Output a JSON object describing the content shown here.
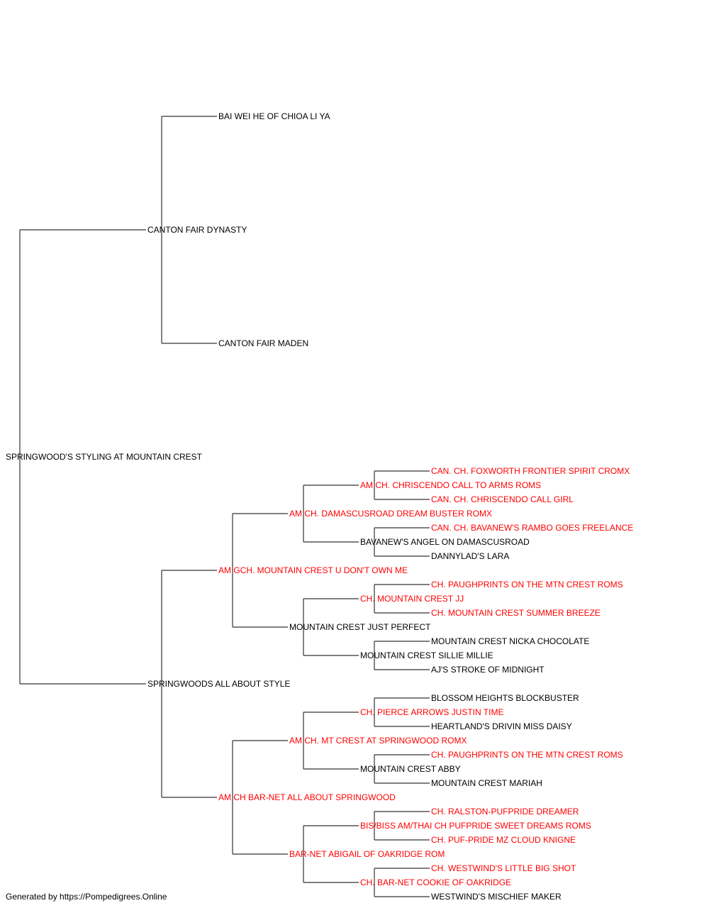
{
  "colors": {
    "titled": "#ff0000",
    "plain": "#000000",
    "connector": "#333333"
  },
  "pedigree": {
    "subject": "SPRINGWOOD'S STYLING AT MOUNTAIN CREST",
    "sire": {
      "name": "CANTON FAIR DYNASTY",
      "sire": {
        "name": "BAI WEI HE OF CHIOA LI YA"
      },
      "dam": {
        "name": "CANTON FAIR MADEN"
      }
    },
    "dam": {
      "name": "SPRINGWOODS ALL ABOUT STYLE",
      "sire": {
        "name": "AM GCH. MOUNTAIN CREST U DON'T OWN ME",
        "titled": true,
        "sire": {
          "name": "AM CH. DAMASCUSROAD DREAM BUSTER ROMX",
          "titled": true,
          "sire": {
            "name": "AM CH. CHRISCENDO CALL TO ARMS ROMS",
            "titled": true,
            "sire": {
              "name": "CAN. CH. FOXWORTH FRONTIER SPIRIT CROMX",
              "titled": true
            },
            "dam": {
              "name": "CAN. CH. CHRISCENDO CALL GIRL",
              "titled": true
            }
          },
          "dam": {
            "name": "BAVANEW'S ANGEL ON DAMASCUSROAD",
            "sire": {
              "name": "CAN. CH. BAVANEW'S RAMBO GOES FREELANCE",
              "titled": true
            },
            "dam": {
              "name": "DANNYLAD'S LARA"
            }
          }
        },
        "dam": {
          "name": "MOUNTAIN CREST JUST PERFECT",
          "sire": {
            "name": "CH. MOUNTAIN CREST JJ",
            "titled": true,
            "sire": {
              "name": "CH. PAUGHPRINTS ON THE MTN CREST ROMS",
              "titled": true
            },
            "dam": {
              "name": "CH. MOUNTAIN CREST SUMMER BREEZE",
              "titled": true
            }
          },
          "dam": {
            "name": "MOUNTAIN CREST SILLIE MILLIE",
            "sire": {
              "name": "MOUNTAIN CREST NICKA CHOCOLATE"
            },
            "dam": {
              "name": "AJ'S STROKE OF MIDNIGHT"
            }
          }
        }
      },
      "dam": {
        "name": "AM CH BAR-NET ALL ABOUT SPRINGWOOD",
        "titled": true,
        "sire": {
          "name": "AM CH. MT CREST AT SPRINGWOOD ROMX",
          "titled": true,
          "sire": {
            "name": "CH. PIERCE ARROWS JUSTIN TIME",
            "titled": true,
            "sire": {
              "name": "BLOSSOM HEIGHTS BLOCKBUSTER"
            },
            "dam": {
              "name": "HEARTLAND'S DRIVIN MISS DAISY"
            }
          },
          "dam": {
            "name": "MOUNTAIN CREST ABBY",
            "sire": {
              "name": "CH. PAUGHPRINTS ON THE MTN CREST ROMS",
              "titled": true
            },
            "dam": {
              "name": "MOUNTAIN CREST MARIAH"
            }
          }
        },
        "dam": {
          "name": "BAR-NET ABIGAIL OF OAKRIDGE ROM",
          "titled": true,
          "sire": {
            "name": "BIS/BISS AM/THAI CH PUFPRIDE SWEET DREAMS ROMS",
            "titled": true,
            "sire": {
              "name": "CH. RALSTON-PUFPRIDE DREAMER",
              "titled": true
            },
            "dam": {
              "name": "CH. PUF-PRIDE MZ CLOUD KNIGNE",
              "titled": true
            }
          },
          "dam": {
            "name": "CH. BAR-NET COOKIE OF OAKRIDGE",
            "titled": true,
            "sire": {
              "name": "CH. WESTWIND'S LITTLE BIG SHOT",
              "titled": true
            },
            "dam": {
              "name": "WESTWIND'S MISCHIEF MAKER"
            }
          }
        }
      }
    }
  },
  "footer": {
    "text": "Generated by https://Pompedigrees.Online"
  }
}
